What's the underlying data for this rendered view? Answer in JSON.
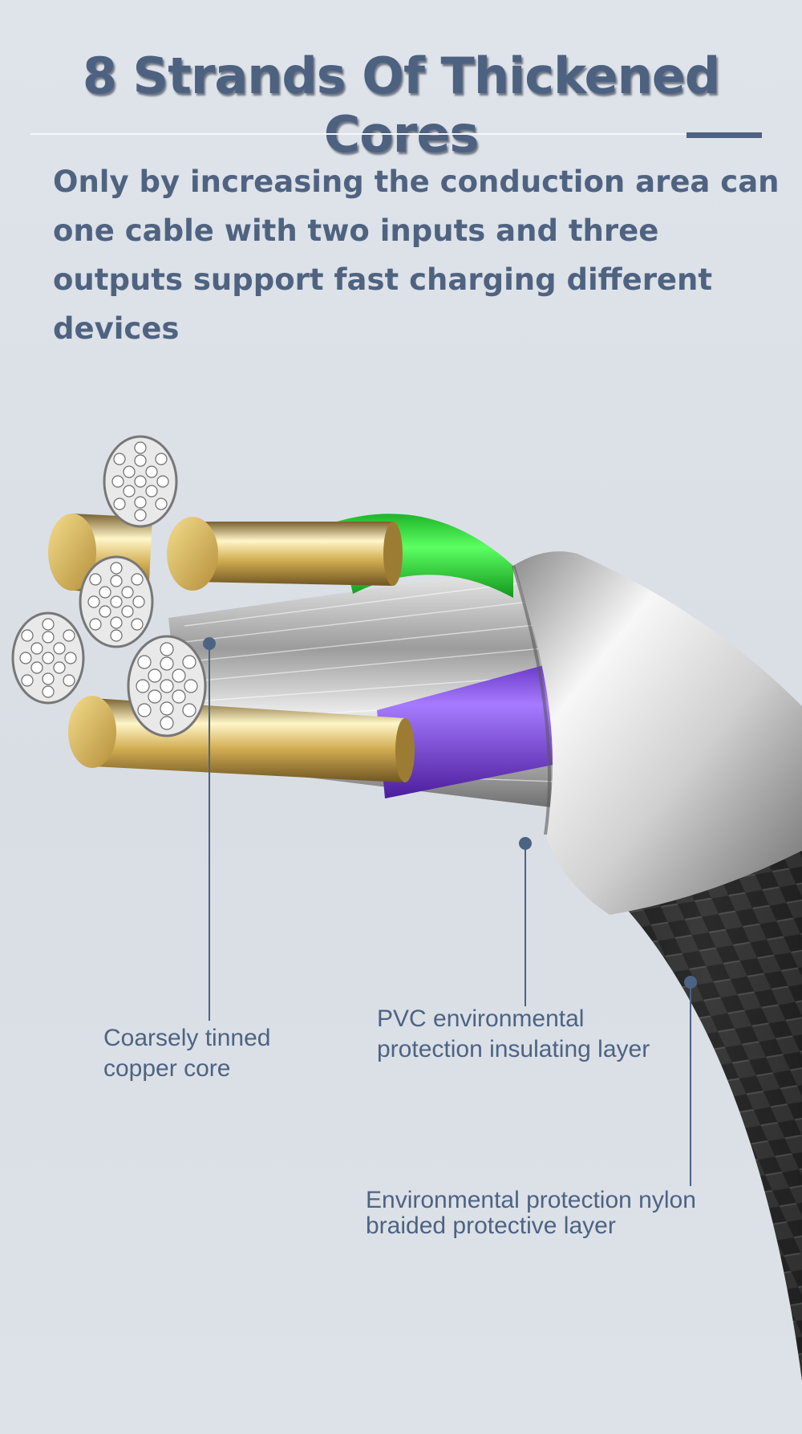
{
  "header": {
    "title": "8 Strands Of Thickened Cores",
    "subtitle": "Only by increasing the conduction area can one cable with two inputs and three outputs support fast charging different devices"
  },
  "callouts": [
    {
      "lines": [
        "Coarsely tinned",
        "copper core"
      ]
    },
    {
      "lines": [
        "PVC environmental",
        "protection insulating layer"
      ]
    },
    {
      "lines": [
        "Environmental protection nylon",
        "braided protective layer"
      ]
    }
  ],
  "colors": {
    "accent": "#4d6180",
    "background": "#dde2e8",
    "core_green": "#2de43a",
    "core_purple": "#7a3fd9",
    "core_gold": "#d8b45a",
    "braid": "#2b2b2b"
  }
}
